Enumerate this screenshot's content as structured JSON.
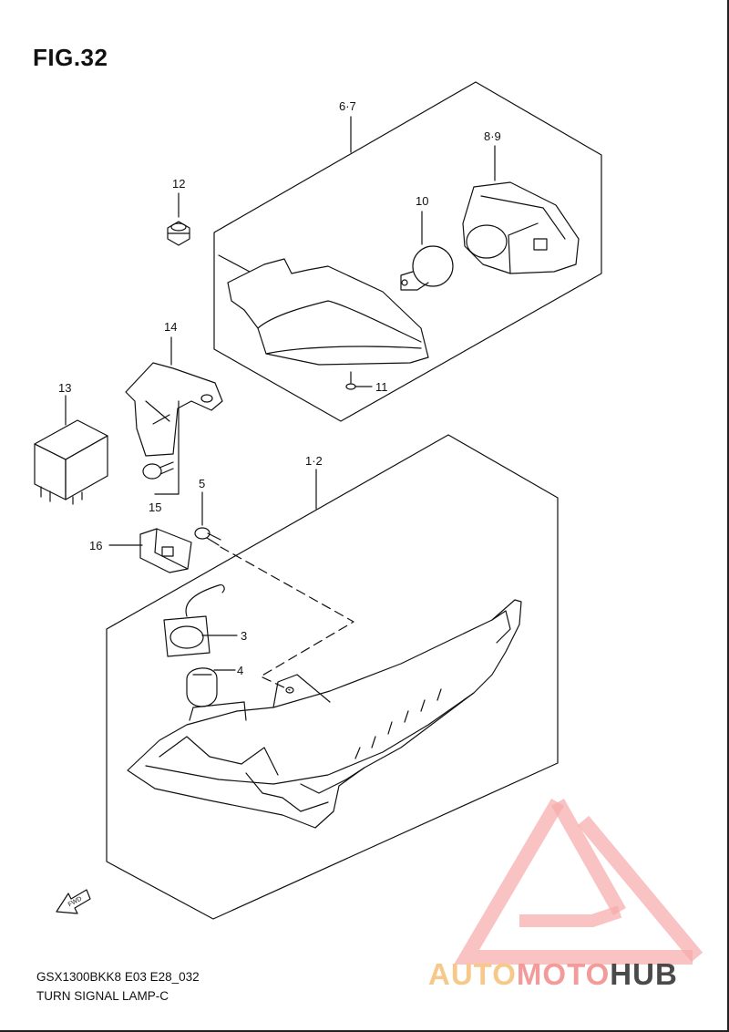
{
  "figure": {
    "title": "FIG.32",
    "model_code": "GSX1300BKK8 E03 E28_032",
    "part_name": "TURN SIGNAL LAMP-C"
  },
  "callouts": {
    "c67": "6·7",
    "c89": "8·9",
    "c10": "10",
    "c11": "11",
    "c12": "12",
    "c13": "13",
    "c14": "14",
    "c15": "15",
    "c5": "5",
    "c12b": "1·2",
    "c16": "16",
    "c3": "3",
    "c4": "4"
  },
  "fwd_label": "FWD",
  "watermark": {
    "part1": "AUTO",
    "part2": "MOTO",
    "part3": "HUB",
    "colors": {
      "orange": "#f6c98a",
      "red": "#f39a9a",
      "dark": "#4a4a4a"
    }
  }
}
